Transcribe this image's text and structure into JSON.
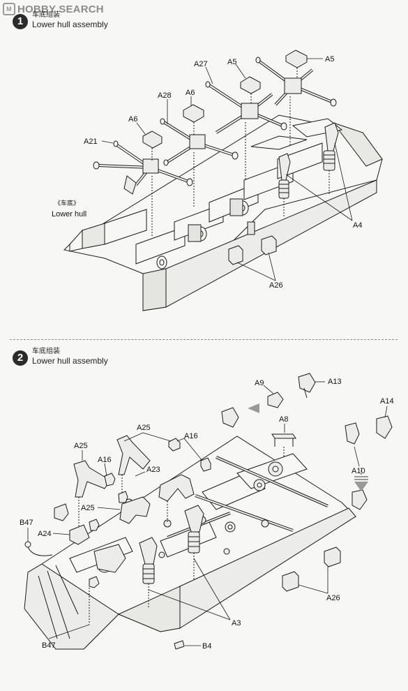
{
  "logo": {
    "badge": "M",
    "text": "HOBBY SEARCH"
  },
  "steps": [
    {
      "number": "1",
      "title_cn": "车底组装",
      "title_en": "Lower hull assembly"
    },
    {
      "number": "2",
      "title_cn": "车底组装",
      "title_en": "Lower hull assembly"
    }
  ],
  "step1_labels": {
    "a5_top": "A5",
    "a27": "A27",
    "a5": "A5",
    "a28": "A28",
    "a6_mid": "A6",
    "a6_left": "A6",
    "a21": "A21",
    "lower_hull_cn": "《车底》",
    "lower_hull_en": "Lower hull",
    "a4": "A4",
    "a26": "A26"
  },
  "step2_labels": {
    "a9": "A9",
    "a13": "A13",
    "a14": "A14",
    "a8": "A8",
    "a10": "A10",
    "a25_left": "A25",
    "a25_top": "A25",
    "a16_top": "A16",
    "a16_left": "A16",
    "a23": "A23",
    "a25_mid": "A25",
    "b47_top": "B47",
    "a24": "A24",
    "a26": "A26",
    "a3": "A3",
    "b47_bottom": "B47",
    "b4": "B4"
  },
  "colors": {
    "line": "#1a1a1a",
    "panel": "#f7f7f5",
    "shade": "#d9d9d6"
  }
}
